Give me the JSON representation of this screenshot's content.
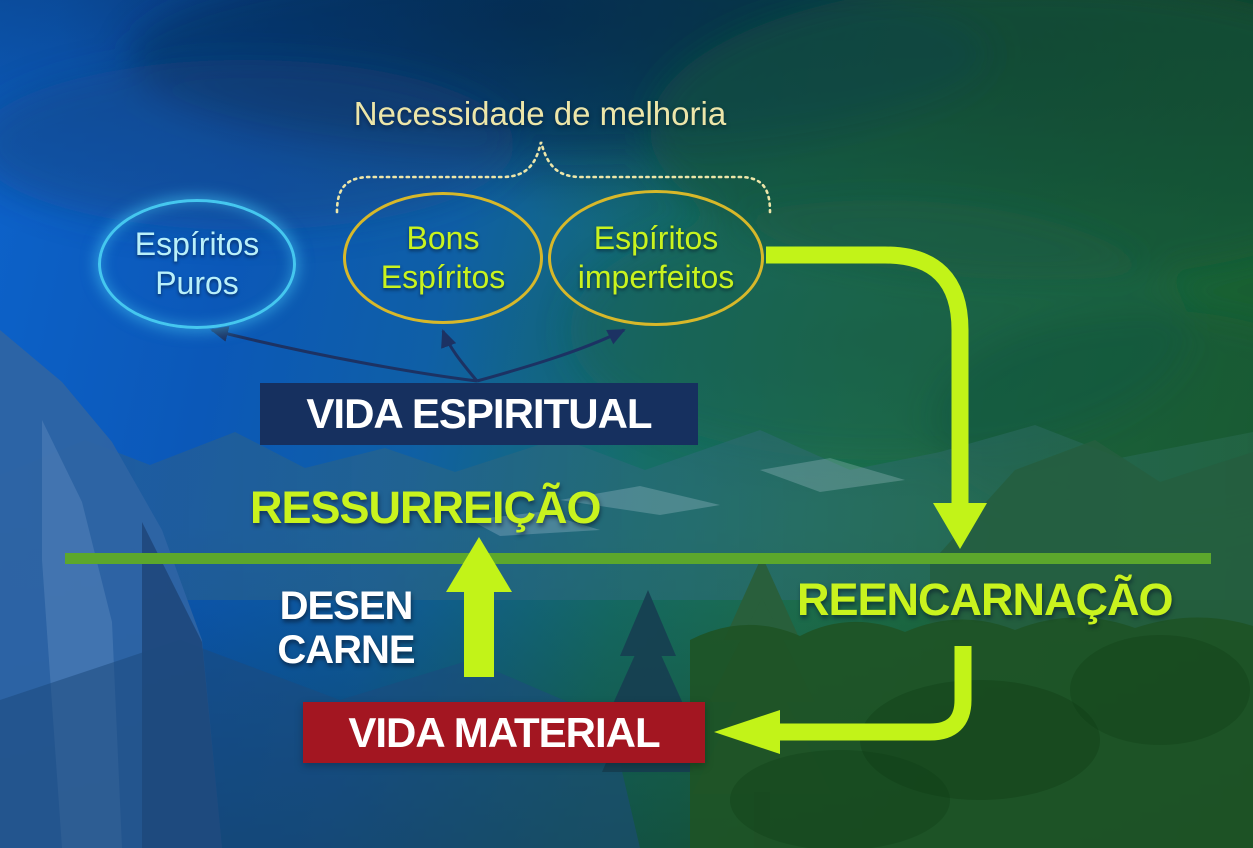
{
  "diagram": {
    "title": "Necessidade de melhoria",
    "ellipses": [
      {
        "id": "espiritos-puros",
        "line1": "Espíritos",
        "line2": "Puros"
      },
      {
        "id": "bons-espiritos",
        "line1": "Bons",
        "line2": "Espíritos"
      },
      {
        "id": "espiritos-imperfeitos",
        "line1": "Espíritos",
        "line2": "imperfeitos"
      }
    ],
    "boxes": {
      "vida_espiritual": "VIDA ESPIRITUAL",
      "vida_material": "VIDA MATERIAL"
    },
    "labels": {
      "ressurreicao": "RESSURREIÇÃO",
      "reencarnacao": "REENCARNAÇÃO",
      "desencarne_line1": "DESEN",
      "desencarne_line2": "CARNE"
    },
    "icons": {
      "reencarnacao_arrow": "bent-arrow-down",
      "desencarne_arrow": "arrow-up",
      "retorno_arrow": "bent-arrow-left",
      "fan_arrows": "curved-arrows-to-ellipses",
      "brace": "dotted-over-brace"
    }
  },
  "colors": {
    "accent_green": "#C9F31E",
    "arrow_green": "#C2F318",
    "line_green": "#5CA72C",
    "pale_yellow": "#EDE6A9",
    "cyan_text": "#B9F0FA",
    "cyan_ring": "#45C7EF",
    "gold_ring": "#D7B82A",
    "navy_box": "#16305F",
    "navy_arrow": "#1C3263",
    "red_box": "#A31621"
  }
}
